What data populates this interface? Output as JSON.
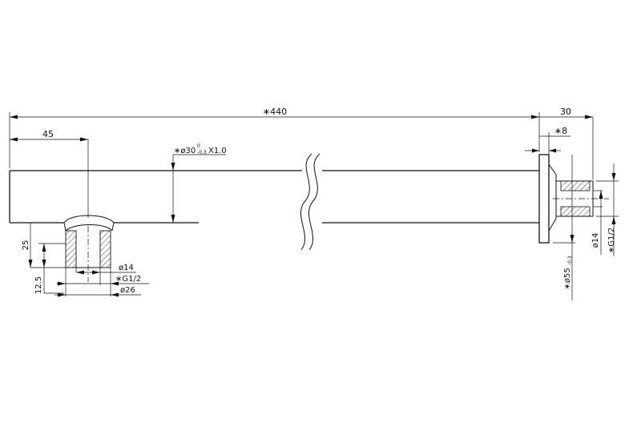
{
  "dimensions": {
    "overall_length": "∗440",
    "flange_width": "30",
    "flange_thickness": "∗8",
    "inlet_offset": "45",
    "tube_diameter_main": "∗ø30",
    "tube_diameter_tol_upper": "0",
    "tube_diameter_tol_lower": "-0.3",
    "tube_diameter_wall": "X1.0",
    "inlet_height": "25",
    "inlet_thread_length": "12.5",
    "inlet_bore": "ø14",
    "inlet_thread": "∗G1/2",
    "inlet_outer": "ø26",
    "outlet_bore": "ø14",
    "outlet_thread": "∗G1/2",
    "flange_diameter_main": "∗ø55",
    "flange_diameter_tol": "-0.3"
  }
}
